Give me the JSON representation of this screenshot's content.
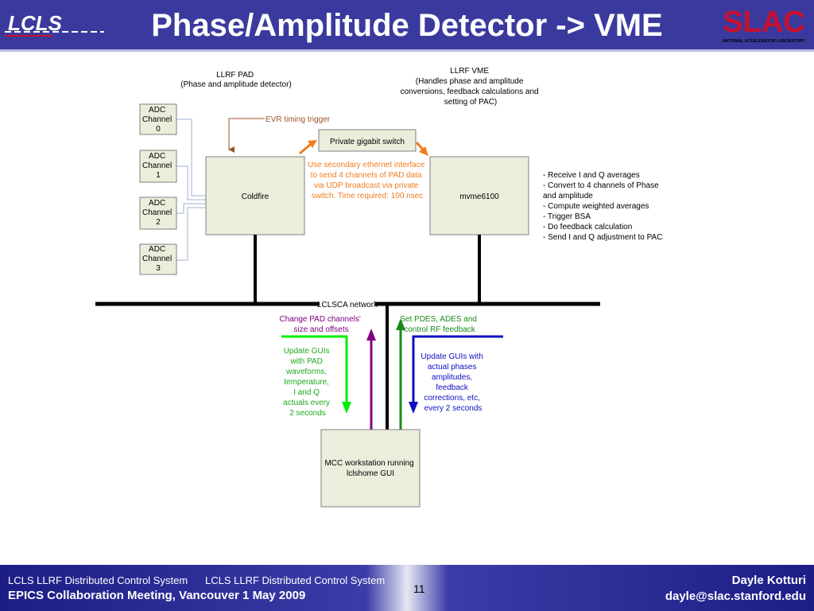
{
  "slide": {
    "title": "Phase/Amplitude Detector -> VME",
    "logo_left": "LCLS",
    "logo_right": "SLAC",
    "logo_right_subtitle": "NATIONAL ACCELERATOR LABORATORY"
  },
  "footer": {
    "line1": "LCLS LLRF Distributed Control System",
    "line1_repeat": "LCLS LLRF Distributed Control System",
    "line2": "EPICS Collaboration Meeting, Vancouver 1 May 2009",
    "page_number": "11",
    "author": "Dayle Kotturi",
    "email": "dayle@slac.stanford.edu"
  },
  "diagram": {
    "pad_header": [
      "LLRF PAD",
      "(Phase and amplitude detector)"
    ],
    "vme_header": [
      "LLRF VME",
      "(Handles phase and amplitude",
      "conversions, feedback calculations and",
      "setting of PAC)"
    ],
    "adc_channels": [
      [
        "ADC",
        "Channel",
        "0"
      ],
      [
        "ADC",
        "Channel",
        "1"
      ],
      [
        "ADC",
        "Channel",
        "2"
      ],
      [
        "ADC",
        "Channel",
        "3"
      ]
    ],
    "evr_label": "EVR timing trigger",
    "switch_label": "Private gigabit switch",
    "coldfire_label": "Coldfire",
    "mvme_label": "mvme6100",
    "ethernet_note": [
      "Use secondary ethernet interface",
      "to send 4 channels of PAD data",
      "via UDP broadcast via private",
      "switch. Time required: 100 nsec"
    ],
    "mvme_tasks": [
      "- Receive I and Q averages",
      "- Convert to 4 channels of Phase",
      "and amplitude",
      "- Compute weighted averages",
      "- Trigger BSA",
      "- Do feedback calculation",
      "- Send I and Q adjustment to PAC"
    ],
    "network_label": "LCLSCA network",
    "change_pad_label": [
      "Change PAD channels'",
      "size and offsets"
    ],
    "set_pdes_label": [
      "Set PDES, ADES and",
      "control RF feedback"
    ],
    "update_pad_gui": [
      "Update GUIs",
      "with PAD",
      "waveforms,",
      "temperature,",
      "I and Q",
      "actuals every",
      "2 seconds"
    ],
    "update_actual_gui": [
      "Update GUIs with",
      "actual phases",
      "amplitudes,",
      "feedback",
      "corrections, etc,",
      "every 2 seconds"
    ],
    "mcc_label": [
      "MCC workstation running",
      "lclshome GUI"
    ],
    "colors": {
      "header_bg": "#3a3a9e",
      "box_fill": "#ededdc",
      "evr_brown": "#a0522d",
      "orange": "#f07c1e",
      "purple": "#800080",
      "green": "#1a8a1a",
      "bright_green": "#00ee00",
      "blue": "#1010c0",
      "slac_red": "#c8102e"
    }
  }
}
